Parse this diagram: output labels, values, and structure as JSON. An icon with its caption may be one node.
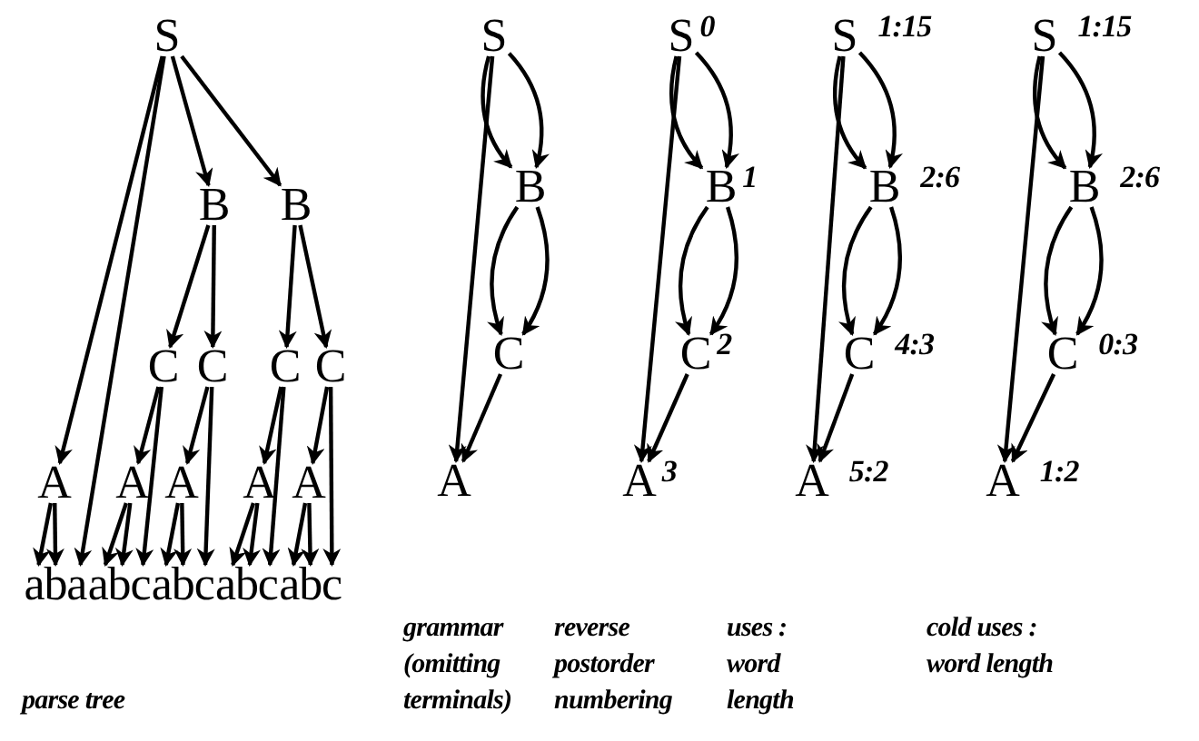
{
  "diagram": {
    "nodes": [
      {
        "text": [
          "S"
        ]
      },
      {
        "text": [
          "B"
        ]
      },
      {
        "text": [
          "B"
        ]
      },
      {
        "text": [
          "C"
        ]
      },
      {
        "text": [
          "C"
        ]
      },
      {
        "text": [
          "C"
        ]
      },
      {
        "text": [
          "C"
        ]
      },
      {
        "text": [
          "A"
        ]
      },
      {
        "text": [
          "A"
        ]
      },
      {
        "text": [
          "A"
        ]
      },
      {
        "text": [
          "A"
        ]
      },
      {
        "text": [
          "A"
        ]
      },
      {
        "text": [
          "a"
        ]
      },
      {
        "text": [
          "b"
        ]
      },
      {
        "text": [
          "a"
        ]
      },
      {
        "text": [
          "a"
        ]
      },
      {
        "text": [
          "b"
        ]
      },
      {
        "text": [
          "c"
        ]
      },
      {
        "text": [
          "a"
        ]
      },
      {
        "text": [
          "b"
        ]
      },
      {
        "text": [
          "c"
        ]
      },
      {
        "text": [
          "a"
        ]
      },
      {
        "text": [
          "b"
        ]
      },
      {
        "text": [
          "c"
        ]
      },
      {
        "text": [
          "a"
        ]
      },
      {
        "text": [
          "b"
        ]
      },
      {
        "text": [
          "c"
        ]
      },
      {
        "text": [
          "S"
        ]
      },
      {
        "text": [
          "B"
        ]
      },
      {
        "text": [
          "C"
        ]
      },
      {
        "text": [
          "A"
        ]
      },
      {
        "text": [
          "S"
        ],
        "beside": [
          "0"
        ]
      },
      {
        "text": [
          "B"
        ],
        "beside": [
          "1"
        ]
      },
      {
        "text": [
          "C"
        ],
        "beside": [
          "2"
        ]
      },
      {
        "text": [
          "A"
        ],
        "beside": [
          "3"
        ]
      },
      {
        "text": [
          "S"
        ],
        "beside": [
          "1:15"
        ]
      },
      {
        "text": [
          "B"
        ],
        "beside": [
          "2:6"
        ]
      },
      {
        "text": [
          "C"
        ],
        "beside": [
          "4:3"
        ]
      },
      {
        "text": [
          "A"
        ],
        "beside": [
          "5:2"
        ]
      },
      {
        "text": [
          "S"
        ],
        "beside": [
          "1:15"
        ]
      },
      {
        "text": [
          "B"
        ],
        "beside": [
          "2:6"
        ]
      },
      {
        "text": [
          "C"
        ],
        "beside": [
          "0:3"
        ]
      },
      {
        "text": [
          "A"
        ],
        "beside": [
          "1:2"
        ]
      }
    ],
    "edges": [
      {
        "from": 0,
        "to": 7,
        "arrow": "to"
      },
      {
        "from": 0,
        "to": 14,
        "arrow": "to"
      },
      {
        "from": 0,
        "to": 1,
        "arrow": "to"
      },
      {
        "from": 0,
        "to": 2,
        "arrow": "to"
      },
      {
        "from": 1,
        "to": 3,
        "arrow": "to"
      },
      {
        "from": 1,
        "to": 4,
        "arrow": "to"
      },
      {
        "from": 2,
        "to": 5,
        "arrow": "to"
      },
      {
        "from": 2,
        "to": 6,
        "arrow": "to"
      },
      {
        "from": 3,
        "to": 8,
        "arrow": "to"
      },
      {
        "from": 3,
        "to": 17,
        "arrow": "to"
      },
      {
        "from": 4,
        "to": 9,
        "arrow": "to"
      },
      {
        "from": 4,
        "to": 20,
        "arrow": "to"
      },
      {
        "from": 5,
        "to": 10,
        "arrow": "to"
      },
      {
        "from": 5,
        "to": 23,
        "arrow": "to"
      },
      {
        "from": 6,
        "to": 11,
        "arrow": "to"
      },
      {
        "from": 6,
        "to": 26,
        "arrow": "to"
      },
      {
        "from": 7,
        "to": 12,
        "arrow": "to"
      },
      {
        "from": 7,
        "to": 13,
        "arrow": "to"
      },
      {
        "from": 8,
        "to": 15,
        "arrow": "to"
      },
      {
        "from": 8,
        "to": 16,
        "arrow": "to"
      },
      {
        "from": 9,
        "to": 18,
        "arrow": "to"
      },
      {
        "from": 9,
        "to": 19,
        "arrow": "to"
      },
      {
        "from": 10,
        "to": 21,
        "arrow": "to"
      },
      {
        "from": 10,
        "to": 22,
        "arrow": "to"
      },
      {
        "from": 11,
        "to": 24,
        "arrow": "to"
      },
      {
        "from": 11,
        "to": 25,
        "arrow": "to"
      },
      {
        "from": 27,
        "to": 30,
        "arrow": "to"
      },
      {
        "from": 27,
        "to": 28,
        "arrow": "to"
      },
      {
        "from": 27,
        "to": 28,
        "arrow": "to"
      },
      {
        "from": 28,
        "to": 29,
        "arrow": "to"
      },
      {
        "from": 28,
        "to": 29,
        "arrow": "to"
      },
      {
        "from": 29,
        "to": 30,
        "arrow": "to"
      },
      {
        "from": 31,
        "to": 34,
        "arrow": "to"
      },
      {
        "from": 31,
        "to": 32,
        "arrow": "to"
      },
      {
        "from": 31,
        "to": 32,
        "arrow": "to"
      },
      {
        "from": 32,
        "to": 33,
        "arrow": "to"
      },
      {
        "from": 32,
        "to": 33,
        "arrow": "to"
      },
      {
        "from": 33,
        "to": 34,
        "arrow": "to"
      },
      {
        "from": 35,
        "to": 38,
        "arrow": "to"
      },
      {
        "from": 35,
        "to": 36,
        "arrow": "to"
      },
      {
        "from": 35,
        "to": 36,
        "arrow": "to"
      },
      {
        "from": 36,
        "to": 37,
        "arrow": "to"
      },
      {
        "from": 36,
        "to": 37,
        "arrow": "to"
      },
      {
        "from": 37,
        "to": 38,
        "arrow": "to"
      },
      {
        "from": 39,
        "to": 42,
        "arrow": "to"
      },
      {
        "from": 39,
        "to": 40,
        "arrow": "to"
      },
      {
        "from": 39,
        "to": 40,
        "arrow": "to"
      },
      {
        "from": 40,
        "to": 41,
        "arrow": "to"
      },
      {
        "from": 40,
        "to": 41,
        "arrow": "to"
      },
      {
        "from": 41,
        "to": 42,
        "arrow": "to"
      }
    ],
    "labels": [
      "grammar (omitting terminals)",
      "reverse postorder numbering",
      "uses : word length",
      "cold uses : word length",
      "parse tree"
    ]
  }
}
